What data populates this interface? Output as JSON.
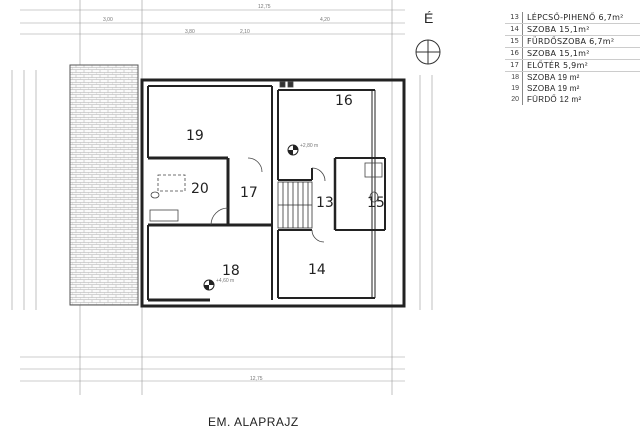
{
  "title": "EM. ALAPRAJZ",
  "north_label": "É",
  "legend": [
    {
      "num": "13",
      "name": "LÉPCSŐ-PIHENŐ 6,7m²"
    },
    {
      "num": "14",
      "name": "SZOBA 15,1m²"
    },
    {
      "num": "15",
      "name": "FÜRDŐSZOBA 6,7m²"
    },
    {
      "num": "16",
      "name": "SZOBA 15,1m²"
    },
    {
      "num": "17",
      "name": "ELŐTÉR 5,9m²"
    },
    {
      "num": "18",
      "name": "SZOBA 19 m²"
    },
    {
      "num": "19",
      "name": "SZOBA 19 m²"
    },
    {
      "num": "20",
      "name": "FÜRDŐ 12 m²"
    }
  ],
  "rooms": {
    "r13": "13",
    "r14": "14",
    "r15": "15",
    "r16": "16",
    "r17": "17",
    "r18": "18",
    "r19": "19",
    "r20": "20"
  },
  "levels": {
    "upper": "+2,80 m",
    "lower": "+4,60 m"
  },
  "dims": {
    "total_top": "12,75",
    "a": "3,00",
    "b": "4,20",
    "c": "3,80",
    "d": "2,10",
    "total_bottom": "12,75"
  }
}
